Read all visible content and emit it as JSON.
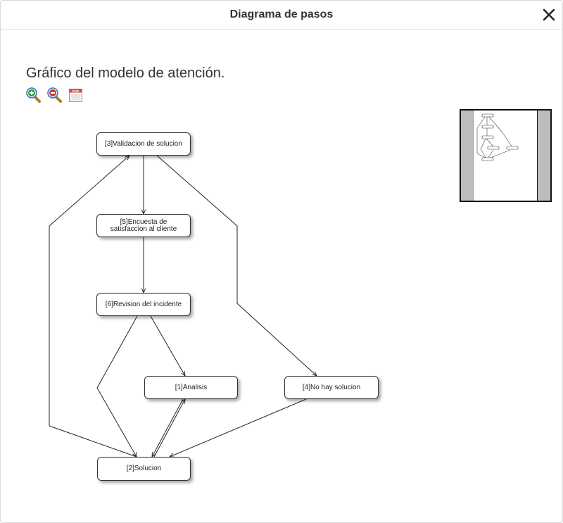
{
  "dialog": {
    "title": "Diagrama de pasos",
    "close_icon": "close-icon"
  },
  "section": {
    "title": "Gráfico del modelo de atención."
  },
  "toolbar": {
    "zoom_in_icon": "zoom-in-icon",
    "zoom_out_icon": "zoom-out-icon",
    "export_png_icon": "png-export-icon",
    "export_badge": "PNG"
  },
  "nodes": [
    {
      "id": "n3",
      "label": "[3]Validacion de solucion"
    },
    {
      "id": "n5",
      "label": "[5]Encuesta de satisfaccion al cliente"
    },
    {
      "id": "n6",
      "label": "[6]Revision del incidente"
    },
    {
      "id": "n1",
      "label": "[1]Analisis"
    },
    {
      "id": "n4",
      "label": "[4]No hay solucion"
    },
    {
      "id": "n2",
      "label": "[2]Solucion"
    }
  ],
  "edges": [
    {
      "from": "[3]Validacion de solucion",
      "to": "[5]Encuesta de satisfaccion al cliente"
    },
    {
      "from": "[5]Encuesta de satisfaccion al cliente",
      "to": "[6]Revision del incidente"
    },
    {
      "from": "[3]Validacion de solucion",
      "to": "[4]No hay solucion"
    },
    {
      "from": "[6]Revision del incidente",
      "to": "[1]Analisis"
    },
    {
      "from": "[6]Revision del incidente",
      "to": "[2]Solucion"
    },
    {
      "from": "[1]Analisis",
      "to": "[2]Solucion"
    },
    {
      "from": "[2]Solucion",
      "to": "[1]Analisis"
    },
    {
      "from": "[4]No hay solucion",
      "to": "[2]Solucion"
    },
    {
      "from": "[2]Solucion",
      "to": "[3]Validacion de solucion"
    }
  ],
  "colors": {
    "title_text": "#333333",
    "node_border": "#333333",
    "edge": "#222222",
    "zoom_in_green": "#2e9e2e",
    "zoom_out_red": "#d23a2a",
    "lens_blue": "#2f73c8"
  }
}
